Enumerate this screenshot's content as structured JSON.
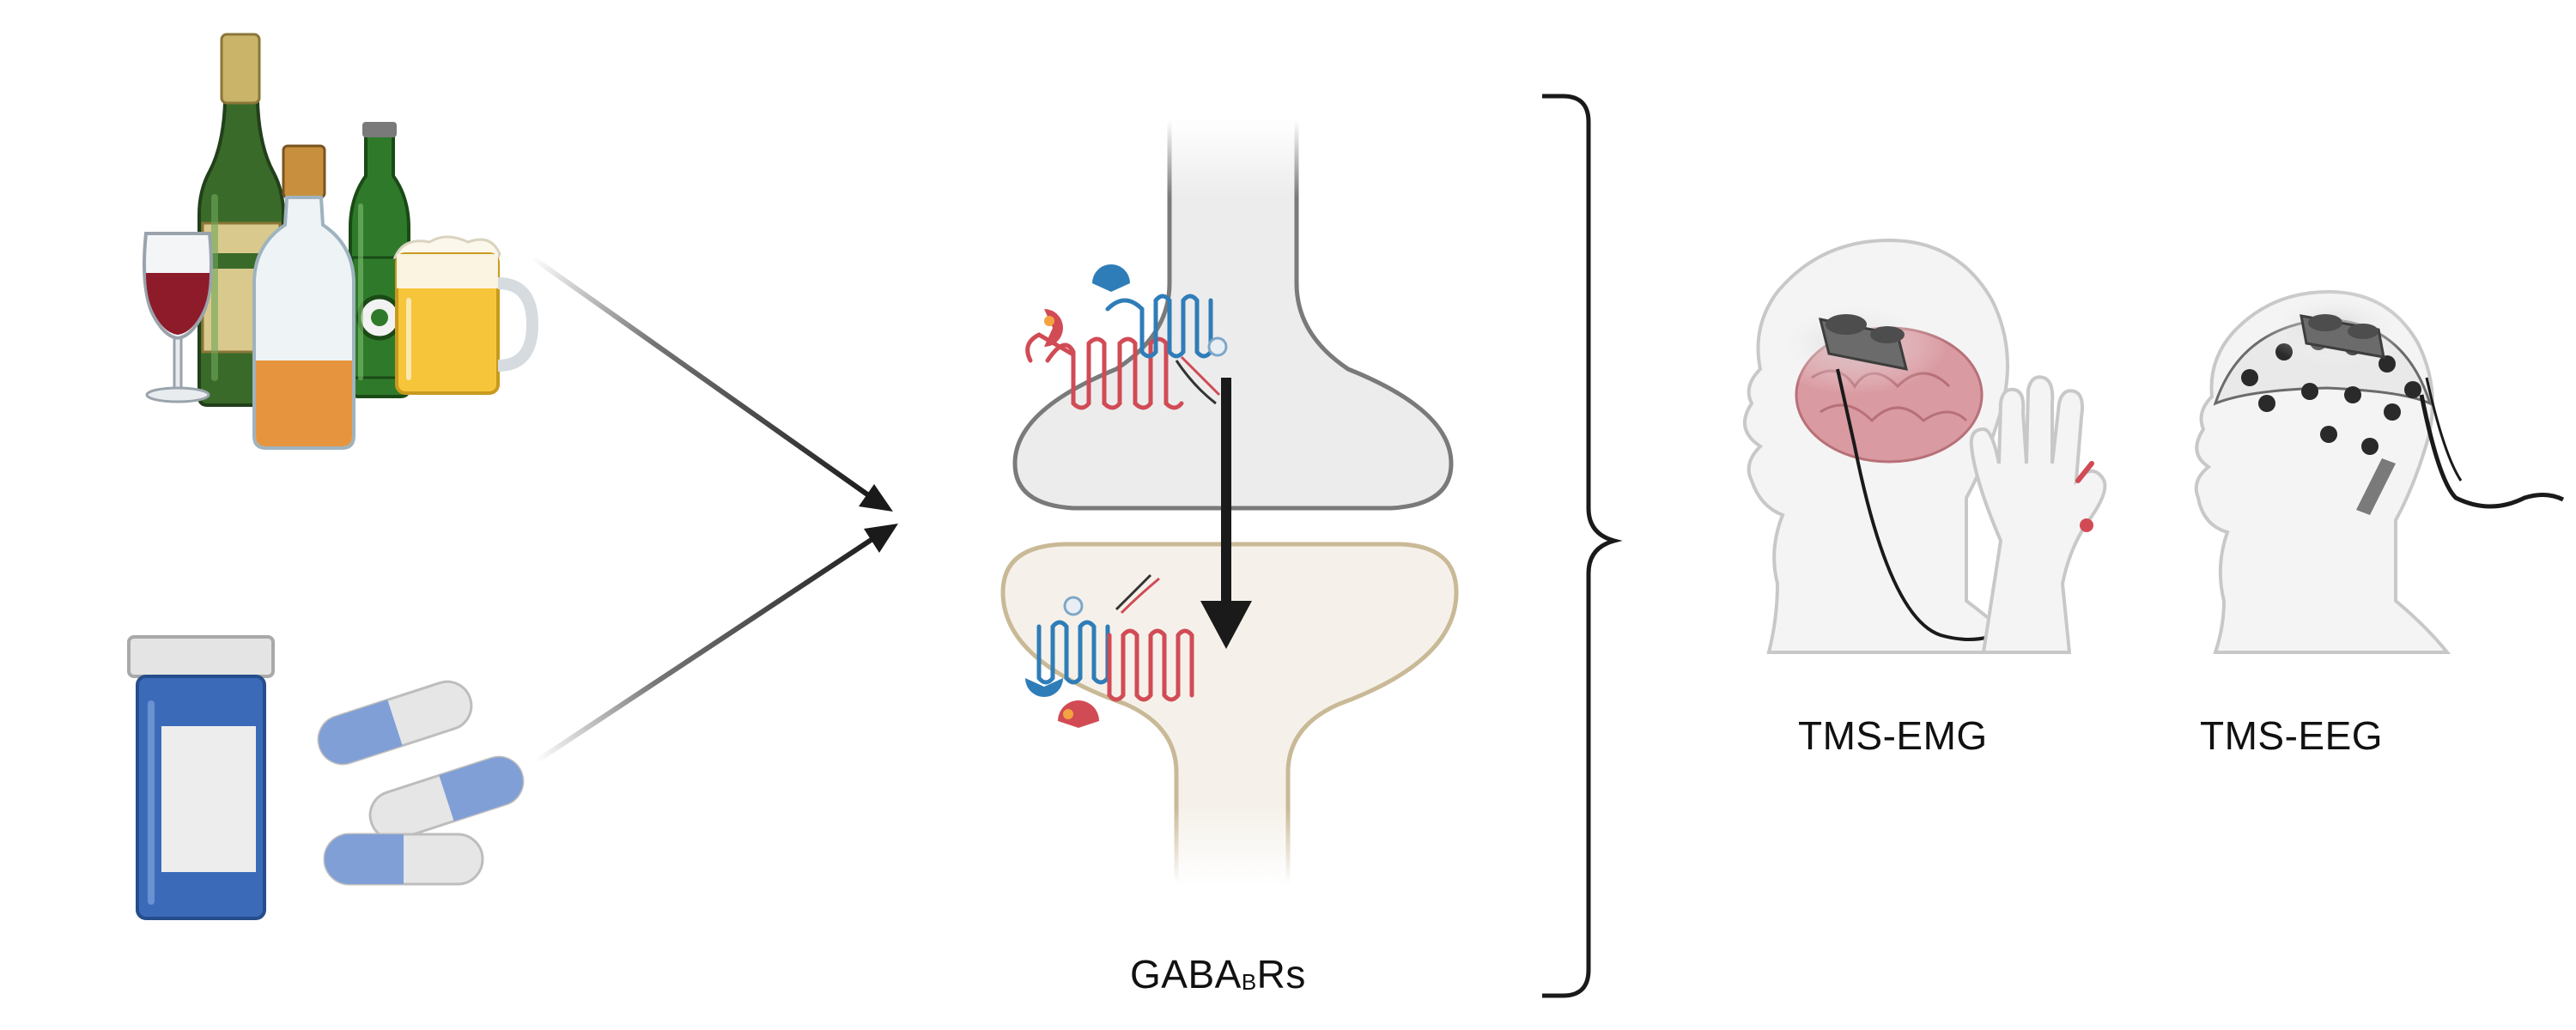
{
  "labels": {
    "receptor_main": "GABA",
    "receptor_sub": "B",
    "receptor_suffix": "Rs",
    "tms_emg": "TMS-EMG",
    "tms_eeg": "TMS-EEG"
  },
  "colors": {
    "red_subunit": "#d14b55",
    "blue_subunit": "#2f7db8",
    "presynaptic_fill": "#ececec",
    "postsynaptic_fill": "#f5f1ea",
    "postsynaptic_stroke": "#c9b996",
    "arrow": "#1a1a1a",
    "brain": "#d99aa1",
    "pill_blue": "#7f9fd6"
  },
  "icons": [
    "wine-glass-icon",
    "champagne-bottle-icon",
    "spirit-bottle-icon",
    "beer-bottle-icon",
    "beer-mug-icon",
    "pill-bottle-icon",
    "capsule-icon",
    "receptor-icon",
    "tms-coil-icon",
    "eeg-cap-icon",
    "hand-icon",
    "brain-icon"
  ]
}
